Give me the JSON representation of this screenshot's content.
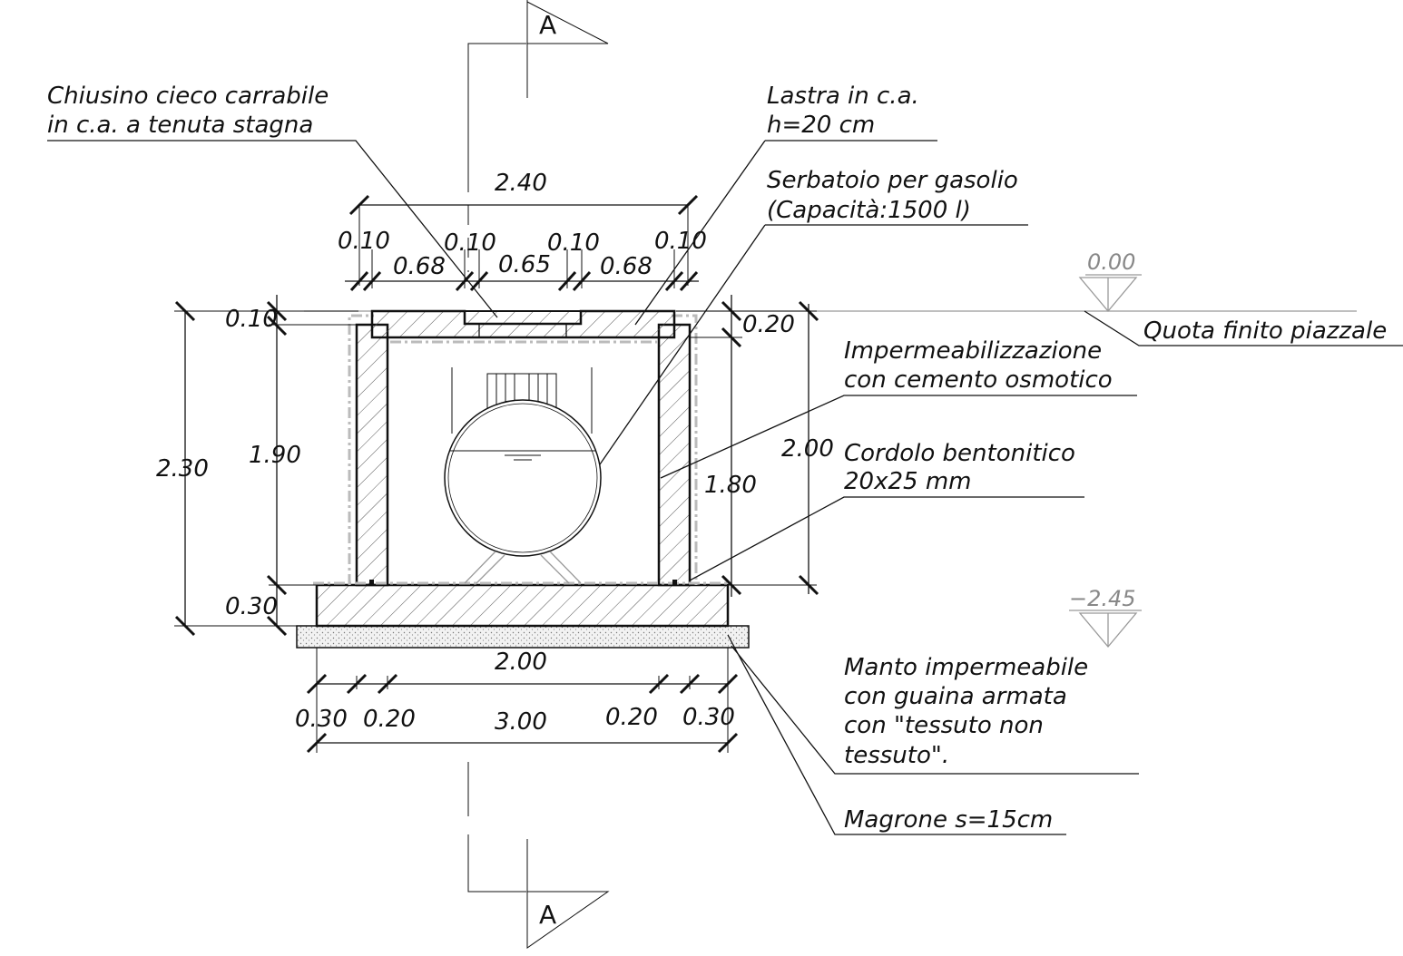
{
  "section": {
    "letter_top": "A",
    "letter_bottom": "A"
  },
  "labels": {
    "chiusino_1": "Chiusino cieco carrabile",
    "chiusino_2": "in c.a. a tenuta stagna",
    "lastra_1": "Lastra in c.a.",
    "lastra_2": "h=20 cm",
    "serbatoio_1": "Serbatoio per gasolio",
    "serbatoio_2": "(Capacità:1500 l)",
    "quota": "Quota finito piazzale",
    "imperm_1": "Impermeabilizzazione",
    "imperm_2": "con cemento osmotico",
    "cordolo_1": "Cordolo bentonitico",
    "cordolo_2": "20x25 mm",
    "manto_1": "Manto impermeabile",
    "manto_2": "con guaina armata",
    "manto_3": "con \"tessuto non",
    "manto_4": "tessuto\".",
    "magrone": "Magrone s=15cm"
  },
  "levels": {
    "top": "0.00",
    "bottom": "−2.45"
  },
  "dimensions": {
    "top_total": "2.40",
    "top_a": "0.10",
    "top_b": "0.10",
    "top_c": "0.10",
    "top_d": "0.10",
    "top_e": "0.68",
    "top_f": "0.65",
    "top_g": "0.68",
    "left_total": "2.30",
    "left_inner": "1.90",
    "left_top": "0.10",
    "left_bottom": "0.30",
    "right_top": "0.20",
    "right_inner": "1.80",
    "right_total": "2.00",
    "bottom_inner": "2.00",
    "bottom_total": "3.00",
    "bottom_a": "0.30",
    "bottom_b": "0.20",
    "bottom_c": "0.20",
    "bottom_d": "0.30"
  },
  "colors": {
    "line": "#111111",
    "hatch": "#555555",
    "level": "#999999"
  }
}
